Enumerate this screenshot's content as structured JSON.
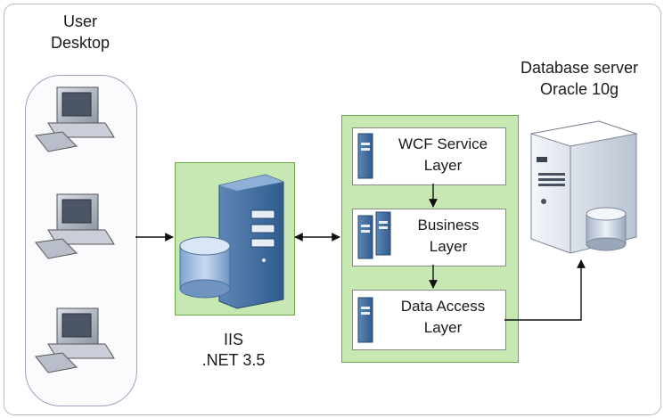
{
  "diagram": {
    "user_desktop": {
      "line1": "User",
      "line2": "Desktop"
    },
    "db_server": {
      "line1": "Database server",
      "line2": "Oracle 10g"
    },
    "iis": {
      "line1": "IIS",
      "line2": ".NET 3.5"
    },
    "layers": {
      "wcf": {
        "line1": "WCF Service",
        "line2": "Layer"
      },
      "business": {
        "line1": "Business",
        "line2": "Layer"
      },
      "data_access": {
        "line1": "Data Access",
        "line2": "Layer"
      }
    }
  }
}
